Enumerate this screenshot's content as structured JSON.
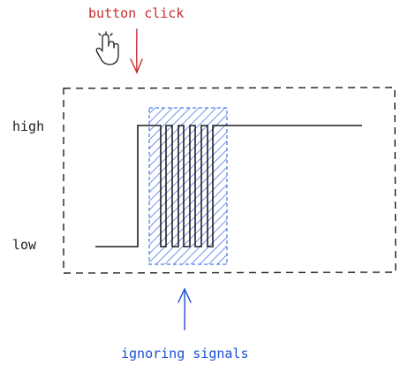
{
  "annotations": {
    "button_click": "button click",
    "ignoring_signals": "ignoring signals"
  },
  "levels": {
    "high": "high",
    "low": "low"
  },
  "icons": {
    "pointer": "hand-pointer-icon"
  },
  "colors": {
    "button_click": "#c92a2a",
    "ignoring_signals": "#1c4fd4",
    "hatch": "#4a78e8",
    "signal": "#1e1e1e",
    "frame": "#1e1e1e"
  },
  "signal": {
    "bounce_pulses": 4
  }
}
